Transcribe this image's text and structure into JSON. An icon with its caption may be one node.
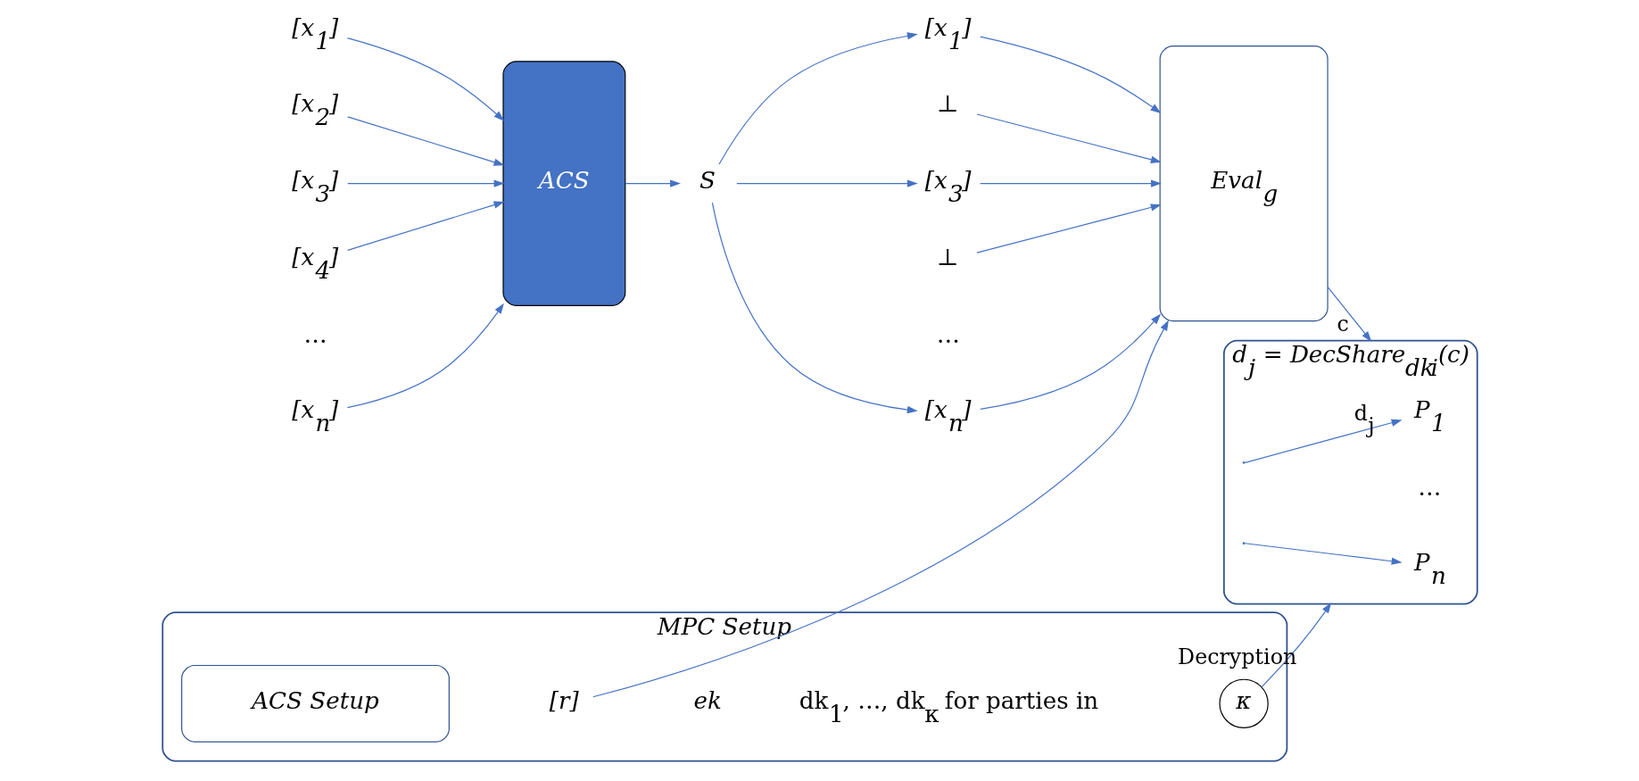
{
  "diagram": {
    "nodes": [
      {
        "text": [
          "[x$_{1}$]"
        ]
      },
      {
        "text": [
          "[x$_{2}$]"
        ]
      },
      {
        "text": [
          "[x$_{3}$]"
        ]
      },
      {
        "text": [
          "[x$_{4}$]"
        ]
      },
      {
        "text": [
          "[x$_{n}$]"
        ]
      },
      {
        "text": [
          "ACS"
        ]
      },
      {
        "text": [
          "S"
        ]
      },
      {
        "text": [
          "[x$_{1}$]"
        ]
      },
      {
        "text": [
          "⊥"
        ]
      },
      {
        "text": [
          "[x$_{3}$]"
        ]
      },
      {
        "text": [
          "⊥"
        ]
      },
      {
        "text": [
          "[x$_{n}$]"
        ]
      },
      {
        "text": [
          "Eval$_{g}$"
        ]
      },
      {
        "text": [
          "d$_{j}$ = DecShare$_{dk}$$_{i}$(c)"
        ]
      },
      {
        "text": [
          "P$_{1}$"
        ],
        "in": 13
      },
      {
        "text": [
          "P$_{n}$"
        ],
        "in": 13
      },
      {
        "text": [
          "MPC Setup"
        ]
      },
      {
        "text": [
          "ACS Setup"
        ],
        "in": 16
      },
      {
        "text": [
          "[r]"
        ],
        "in": 16
      },
      {
        "text": [
          "κ"
        ],
        "in": 16
      }
    ],
    "edges": [
      {
        "from": 0,
        "to": 5,
        "arrow": "to"
      },
      {
        "from": 1,
        "to": 5,
        "arrow": "to"
      },
      {
        "from": 2,
        "to": 5,
        "arrow": "to"
      },
      {
        "from": 3,
        "to": 5,
        "arrow": "to"
      },
      {
        "from": 4,
        "to": 5,
        "arrow": "to"
      },
      {
        "from": 5,
        "to": 6,
        "arrow": "to"
      },
      {
        "from": 6,
        "to": 7,
        "arrow": "to"
      },
      {
        "from": 6,
        "to": 9,
        "arrow": "to"
      },
      {
        "from": 6,
        "to": 11,
        "arrow": "to"
      },
      {
        "from": 7,
        "to": 12,
        "arrow": "to"
      },
      {
        "from": 8,
        "to": 12,
        "arrow": "to"
      },
      {
        "from": 9,
        "to": 12,
        "arrow": "to"
      },
      {
        "from": 10,
        "to": 12,
        "arrow": "to"
      },
      {
        "from": 11,
        "to": 12,
        "arrow": "to"
      },
      {
        "from": 18,
        "to": 12,
        "arrow": "to"
      },
      {
        "from": 12,
        "to": 13,
        "arrow": "to",
        "label": "c"
      },
      {
        "from": 19,
        "to": 13,
        "arrow": "to",
        "label": "Decryption"
      },
      {
        "from": null,
        "to": 14,
        "arrow": "to",
        "label": "d$_{j}$"
      },
      {
        "from": null,
        "to": 15,
        "arrow": "to"
      }
    ],
    "labels": [
      "…",
      "…",
      "…",
      "ek",
      "dk$_{1}$, …, dk$_{κ}$ for parties in"
    ]
  }
}
